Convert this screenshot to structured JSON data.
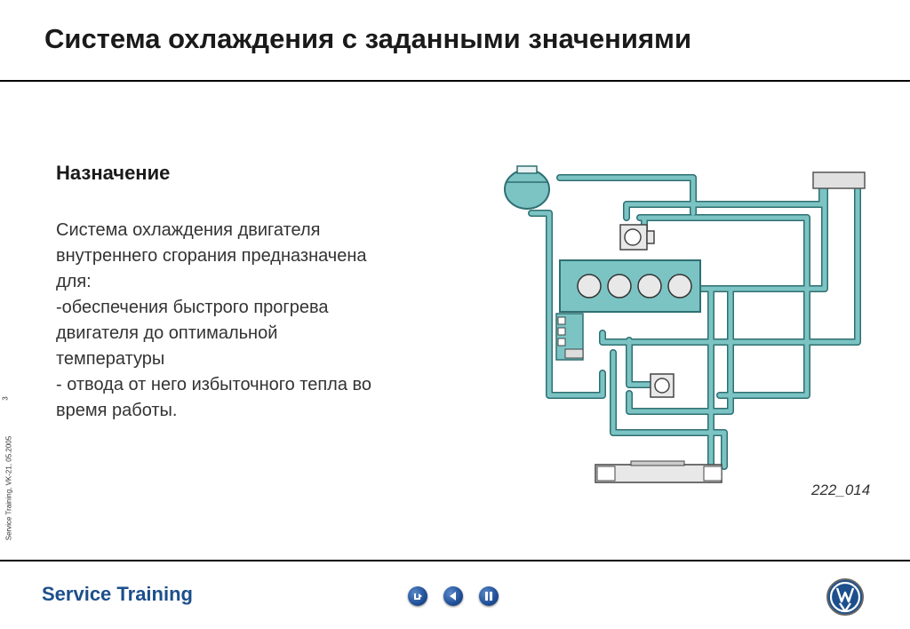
{
  "slide": {
    "title": "Система охлаждения с заданными значениями",
    "section_heading": "Назначение",
    "body_lines": [
      "Система охлаждения двигателя",
      "внутреннего сгорания предназначена",
      "для:",
      "-обеспечения быстрого прогрева",
      "двигателя до оптимальной",
      "температуры",
      "- отвода от него избыточного тепла во",
      "время работы."
    ],
    "figure_label": "222_014",
    "side_note": "Service Training, VK-21, 05.2005",
    "page_number": "3"
  },
  "footer": {
    "brand": "Service Training",
    "nav_buttons": [
      "home-button",
      "back-button",
      "pause-button"
    ]
  },
  "colors": {
    "pipe": "#6fb8b8",
    "pipe_dark": "#2f6f72",
    "brand_blue": "#1c4f8c",
    "rule": "#000000"
  }
}
